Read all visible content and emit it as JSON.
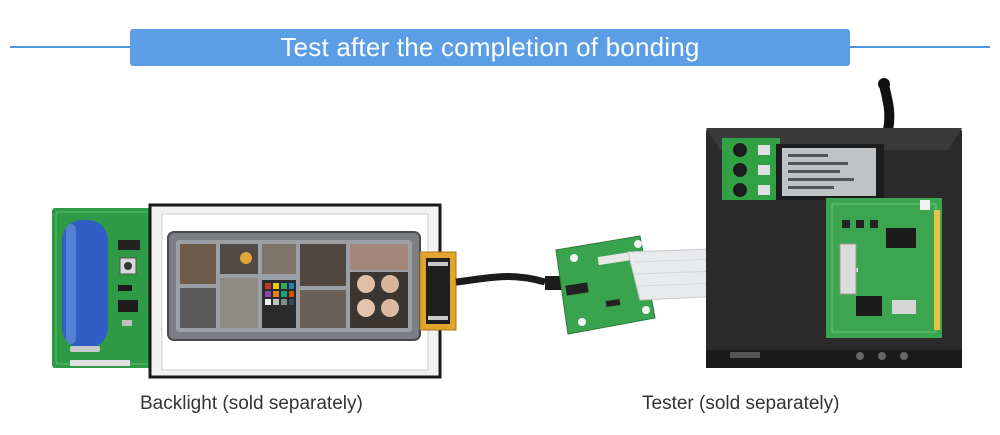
{
  "banner": {
    "title": "Test after the completion of bonding"
  },
  "captions": {
    "backlight": "Backlight (sold separately)",
    "tester": "Tester (sold separately)"
  },
  "colors": {
    "banner_bg": "#5c9ee6",
    "rule": "#4f93de",
    "pcb_green": "#2f9a45",
    "battery_blue": "#2f5fc4",
    "tester_body": "#2a2a2a"
  }
}
